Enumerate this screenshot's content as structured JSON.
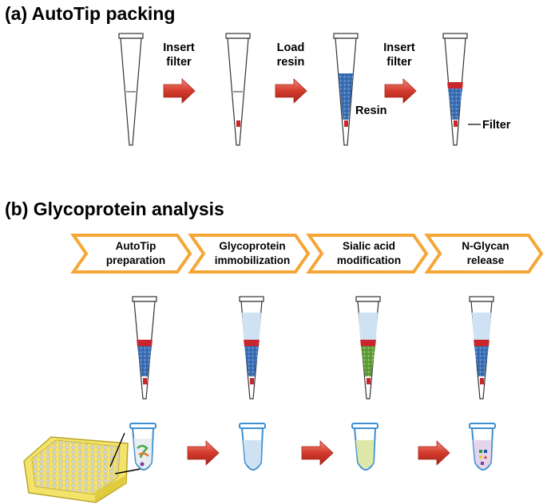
{
  "panel_a": {
    "title": "(a) AutoTip packing",
    "arrow_labels": [
      [
        "Insert",
        "filter"
      ],
      [
        "Load",
        "resin"
      ],
      [
        "Insert",
        "filter"
      ]
    ],
    "resin_label": "Resin",
    "filter_label": "Filter"
  },
  "panel_b": {
    "title": "(b) Glycoprotein analysis",
    "steps": [
      [
        "AutoTip",
        "preparation"
      ],
      [
        "Glycoprotein",
        "immobilization"
      ],
      [
        "Sialic acid",
        "modification"
      ],
      [
        "N-Glycan",
        "release"
      ]
    ]
  },
  "colors": {
    "arrow_red": "#d33a2c",
    "chevron_orange": "#f5a637",
    "filter_red": "#c8252c",
    "resin_blue": "#3b6fb6",
    "resin_green": "#7fbf4e",
    "liquid_blue": "#cfe2f3",
    "tube_outline": "#3f8fd0",
    "plate_yellow": "#e8d84a"
  }
}
